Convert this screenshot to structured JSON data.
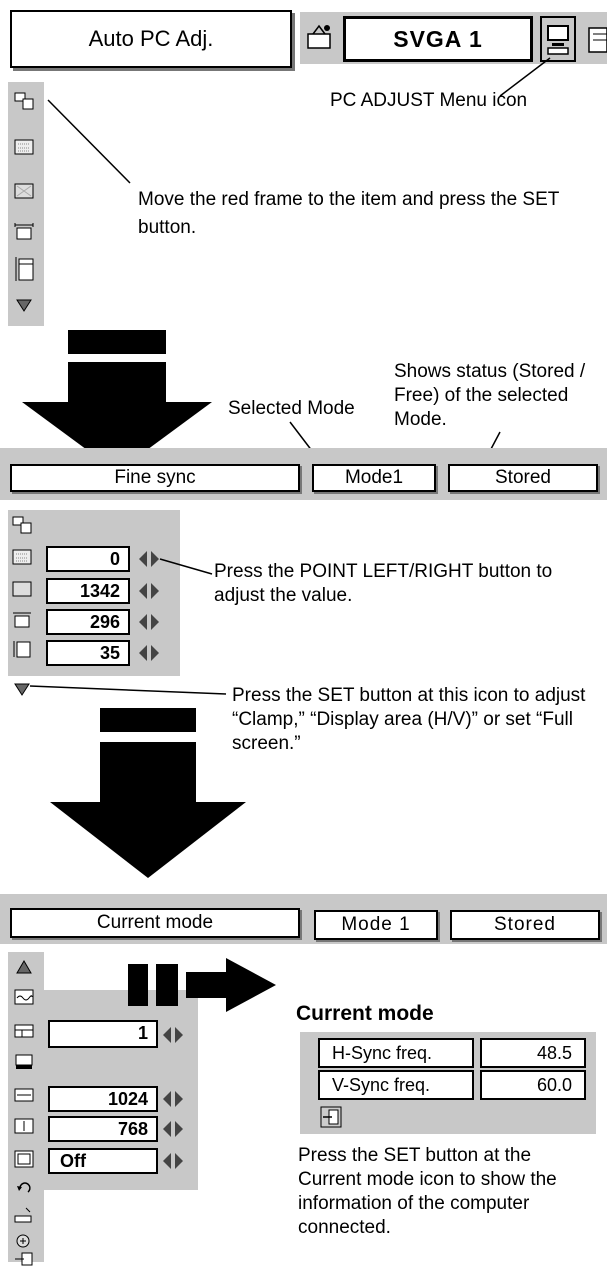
{
  "top_bar": {
    "left_label": "Auto PC Adj.",
    "mode_label": "SVGA 1"
  },
  "callouts": {
    "pc_adjust_icon": "PC ADJUST Menu icon",
    "move_frame": "Move the red frame to the item and press the SET button.",
    "shows_status": "Shows status (Stored / Free) of the selected Mode.",
    "selected_mode": "Selected Mode",
    "point_left_right": "Press the POINT LEFT/RIGHT button to adjust the value.",
    "press_set_icon": "Press the SET button at this icon to adjust “Clamp,” “Display area (H/V)” or set “Full screen.”",
    "press_set_current": "Press the SET button at the Current mode icon to show the information of the computer connected."
  },
  "bar2": {
    "label": "Fine sync",
    "mode": "Mode1",
    "status": "Stored"
  },
  "values1": [
    "0",
    "1342",
    "296",
    "35"
  ],
  "bar3": {
    "label": "Current mode",
    "mode": "Mode 1",
    "status": "Stored"
  },
  "values2": [
    "1",
    "1024",
    "768",
    "Off"
  ],
  "current_mode": {
    "title": "Current mode",
    "rows": [
      {
        "label": "H-Sync freq.",
        "value": "48.5"
      },
      {
        "label": "V-Sync freq.",
        "value": "60.0"
      }
    ]
  },
  "icons": {
    "menu1": [
      "pc-adjust-icon",
      "fine-sync-icon",
      "total-dots-icon",
      "horizontal-icon",
      "vertical-icon",
      "down-icon"
    ],
    "menu3": [
      "up-icon",
      "current-mode-icon",
      "clamp-icon",
      "display-area-icon",
      "display-area-h-icon",
      "display-area-v-icon",
      "full-screen-icon",
      "reset-icon",
      "store-icon",
      "free-icon",
      "quit-icon"
    ]
  },
  "colors": {
    "menu_grey": "#c8c8c8",
    "arrow_black": "#000000"
  }
}
